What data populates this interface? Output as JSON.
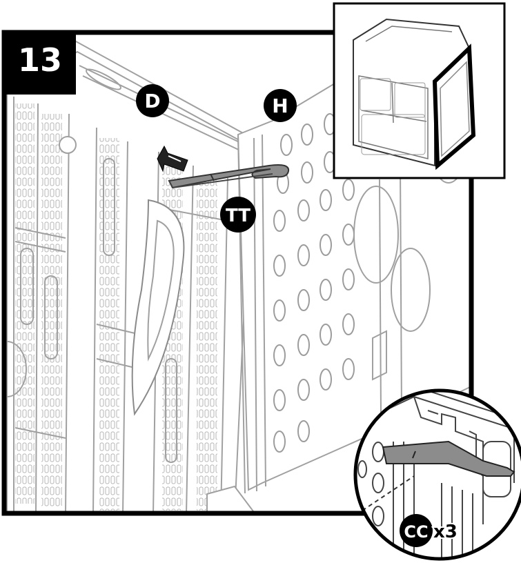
{
  "step": {
    "number": "13"
  },
  "parts": {
    "d": "D",
    "h": "H",
    "tt": "TT",
    "cc": "CC"
  },
  "detail": {
    "quantity": "x3"
  },
  "colors": {
    "ink": "#000000",
    "line": "#9a9a9a",
    "bracket": "#8c8c8c",
    "bracket_dark": "#555555",
    "panel_edge": "#3a3a3a"
  },
  "icons": {
    "arrow": "upward-diagonal-arrow-icon",
    "inset": "cabinet-thumbnail-icon"
  }
}
